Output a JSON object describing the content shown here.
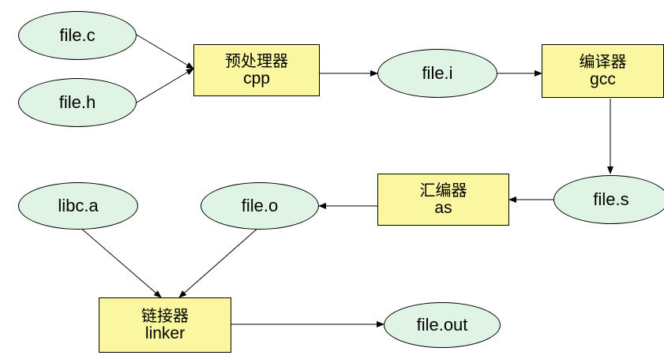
{
  "diagram": {
    "nodes": {
      "file_c": "file.c",
      "file_h": "file.h",
      "preprocessor": {
        "title": "预处理器",
        "tool": "cpp"
      },
      "file_i": "file.i",
      "compiler": {
        "title": "编译器",
        "tool": "gcc"
      },
      "file_s": "file.s",
      "assembler": {
        "title": "汇编器",
        "tool": "as"
      },
      "file_o": "file.o",
      "libc_a": "libc.a",
      "linker": {
        "title": "链接器",
        "tool": "linker"
      },
      "file_out": "file.out"
    },
    "colors": {
      "file_node_fill": "#dff4e4",
      "tool_node_fill": "#fbf7a0",
      "stroke": "#000000"
    }
  }
}
